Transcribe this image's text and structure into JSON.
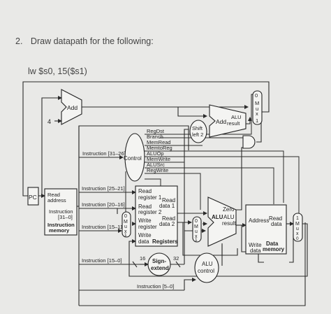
{
  "question": {
    "number": "2.",
    "prompt": "Draw datapath for the following:"
  },
  "instruction": "lw $s0, 15($s1)",
  "diagram": {
    "pc": "PC",
    "four": "4",
    "add_top": "Add",
    "add_branch": {
      "title": "Add",
      "line1": "ALU",
      "line2": "result"
    },
    "shift": {
      "line1": "Shift",
      "line2": "left 2"
    },
    "mux_top": {
      "letters": [
        "M",
        "u",
        "x"
      ],
      "in0": "0",
      "in1": "1"
    },
    "control": "Control",
    "control_signals": [
      "RegDst",
      "Branch",
      "MemRead",
      "MemtoReg",
      "ALUOp",
      "MemWrite",
      "ALUSrc",
      "RegWrite"
    ],
    "instr_mem": {
      "line1": "Read",
      "line2": "address",
      "line3": "Instruction",
      "line4": "[31–0]",
      "line5": "Instruction",
      "line6": "memory"
    },
    "instr_fields": {
      "f31_26": "Instruction [31–26]",
      "f25_21": "Instruction [25–21]",
      "f20_16": "Instruction [20–16]",
      "f15_11": "Instruction [15–11]",
      "f15_0": "Instruction [15–0]",
      "f5_0": "Instruction [5–0]"
    },
    "mux_regdst": {
      "letters": [
        "M",
        "u",
        "x"
      ],
      "in0": "0",
      "in1": "1"
    },
    "registers": {
      "rr1a": "Read",
      "rr1b": "register 1",
      "rr2a": "Read",
      "rr2b": "register 2",
      "wra": "Write",
      "wrb": "register",
      "wda": "Write",
      "wdb": "data",
      "rd1a": "Read",
      "rd1b": "data 1",
      "rd2a": "Read",
      "rd2b": "data 2",
      "title": "Registers"
    },
    "sign_extend": {
      "line1": "Sign-",
      "line2": "extend",
      "in": "16",
      "out": "32"
    },
    "mux_alusrc": {
      "letters": [
        "M",
        "u",
        "x"
      ],
      "in0": "0",
      "in1": "1"
    },
    "alu": {
      "title": "ALU",
      "line1": "ALU",
      "line2": "result",
      "zero": "Zero"
    },
    "alu_control": {
      "line1": "ALU",
      "line2": "control"
    },
    "data_mem": {
      "address": "Address",
      "rd1": "Read",
      "rd2": "data",
      "wd1": "Write",
      "wd2": "data",
      "title1": "Data",
      "title2": "memory"
    },
    "mux_mem": {
      "letters": [
        "M",
        "u",
        "x"
      ],
      "in0": "1",
      "in1": "0"
    }
  }
}
